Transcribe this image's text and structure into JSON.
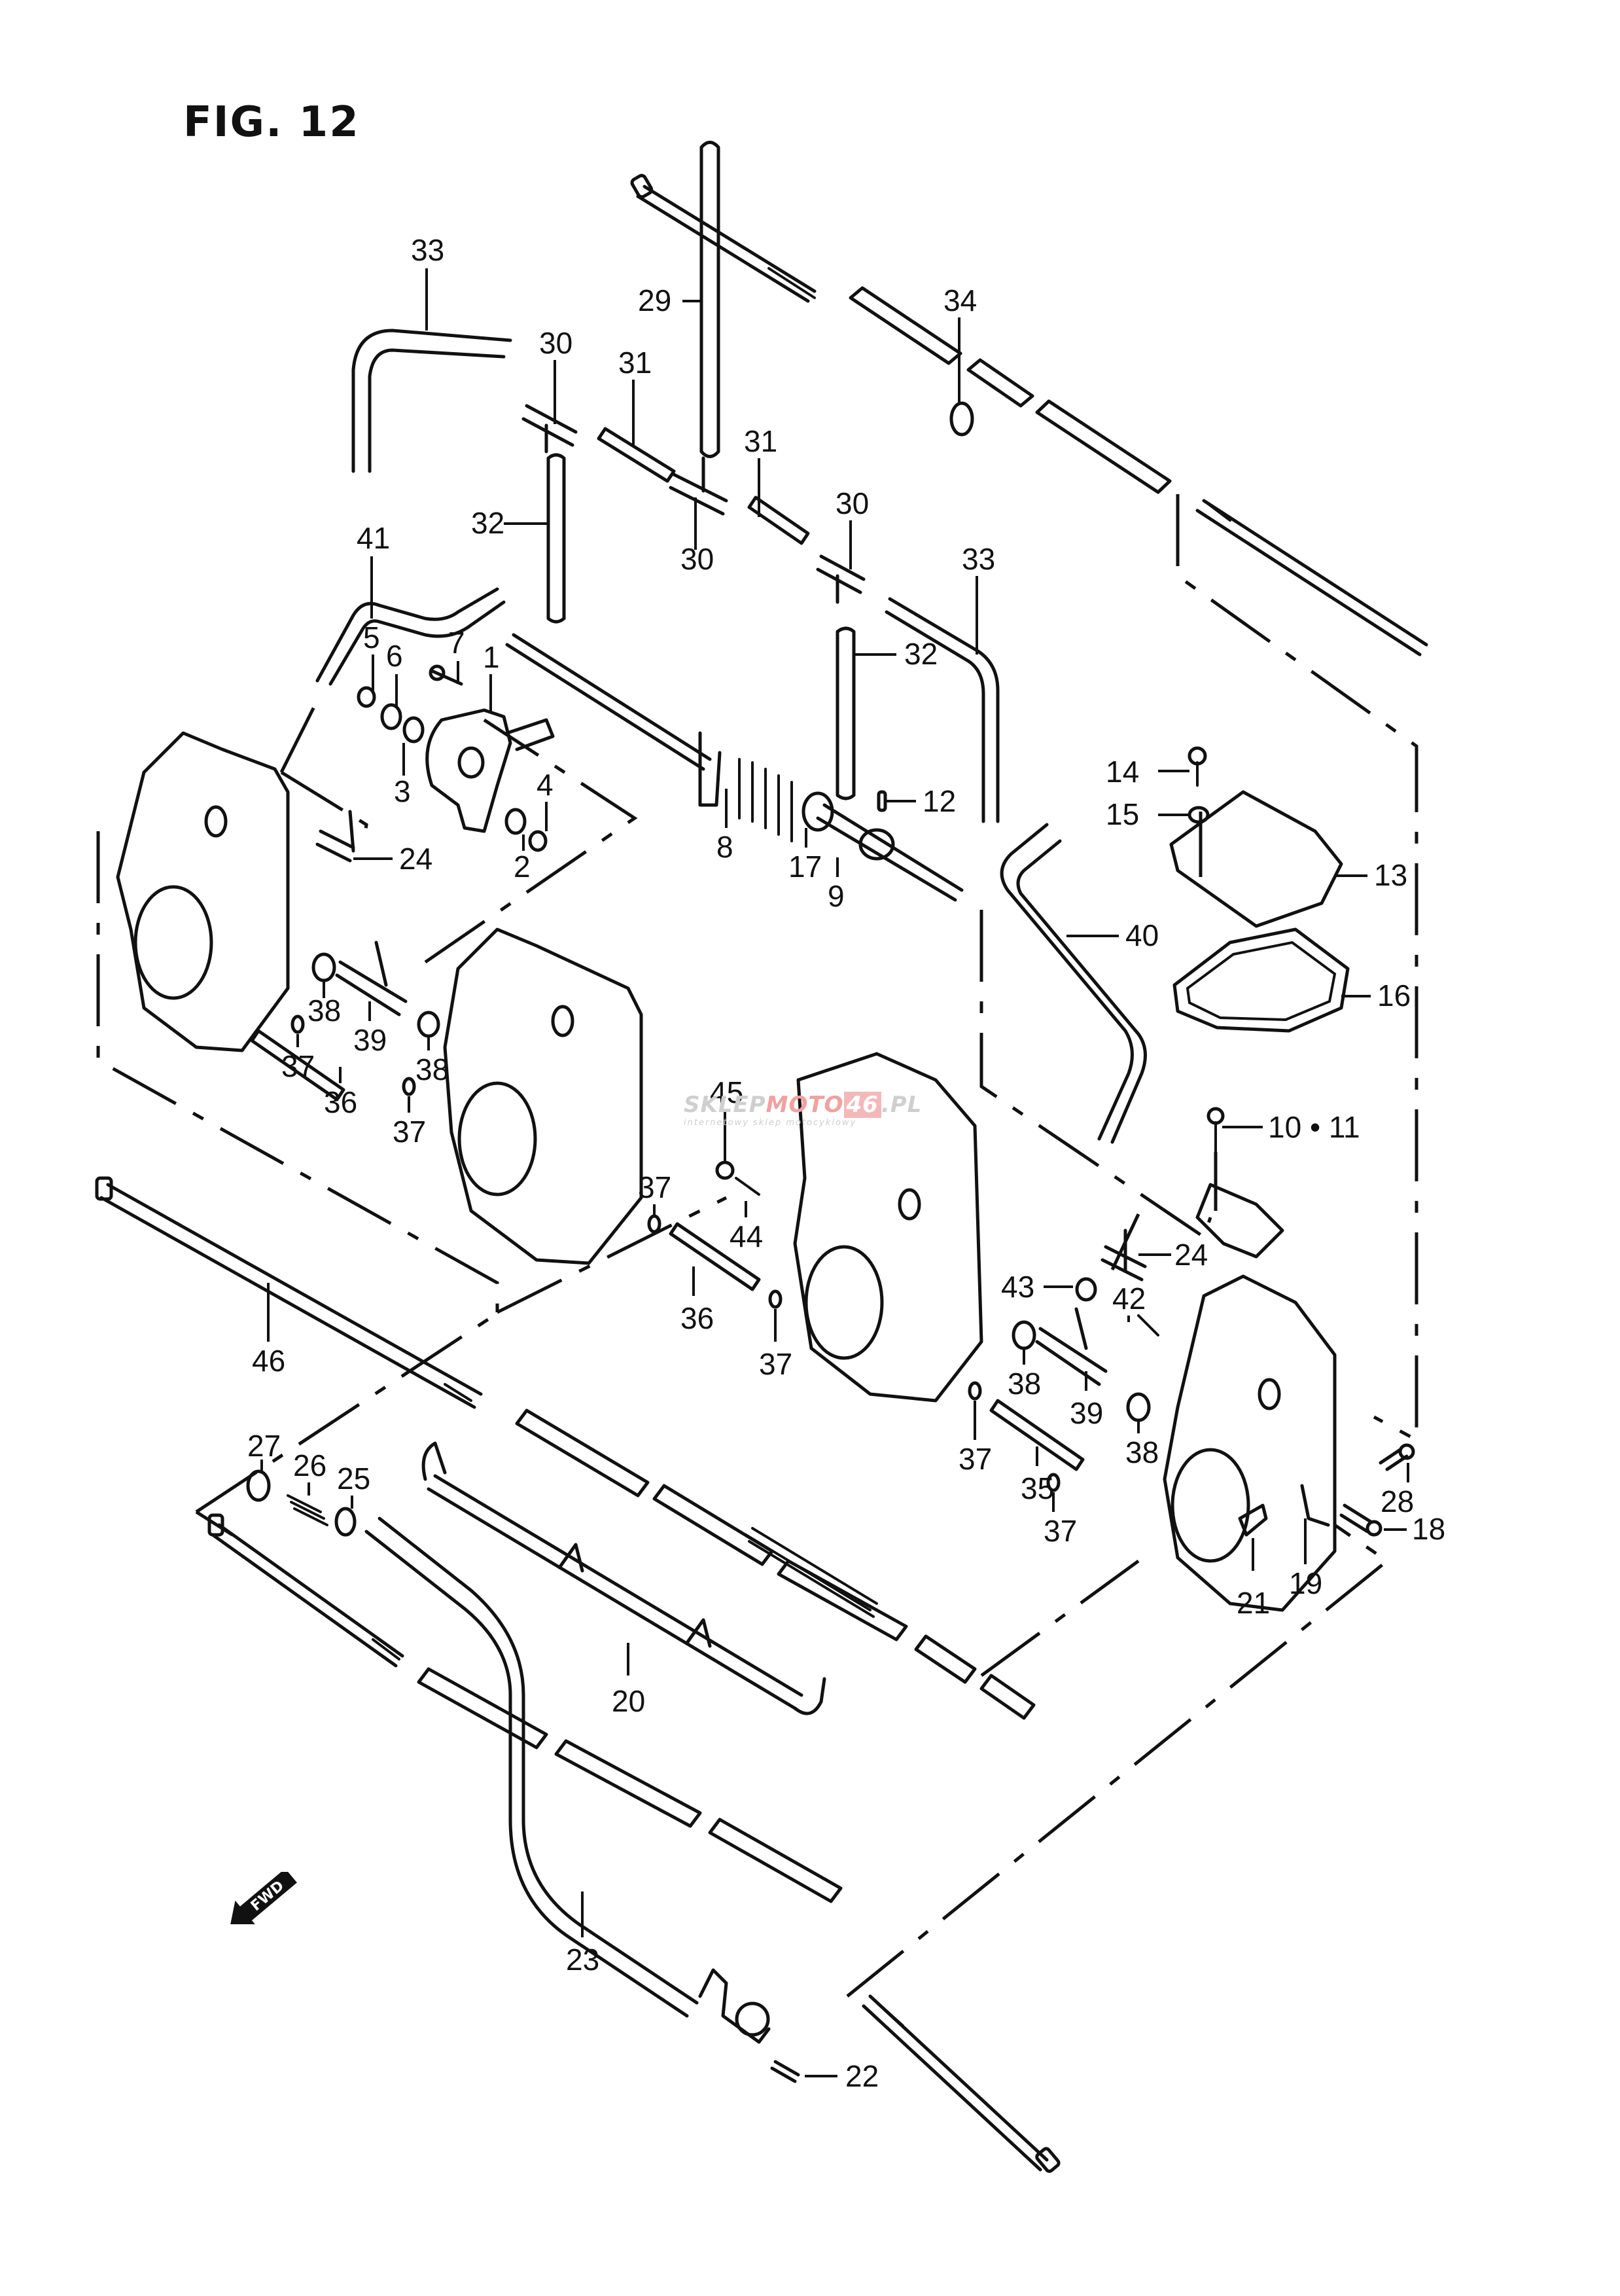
{
  "figure": {
    "title": "FIG. 12",
    "subject": "Carburetor assembly exploded parts diagram"
  },
  "watermark": {
    "text_gray_1": "SKLEP",
    "text_red": "MOTO",
    "text_badge": "46",
    "text_gray_2": ".PL",
    "subtitle": "internetowy sklep motocyklowy",
    "accent_color": "#e53935"
  },
  "direction_marker": {
    "label": "FWD",
    "icon": "arrow-left-icon"
  },
  "callouts": [
    {
      "id": "c1",
      "label": "1"
    },
    {
      "id": "c2",
      "label": "2"
    },
    {
      "id": "c3",
      "label": "3"
    },
    {
      "id": "c4",
      "label": "4"
    },
    {
      "id": "c5",
      "label": "5"
    },
    {
      "id": "c6",
      "label": "6"
    },
    {
      "id": "c7",
      "label": "7"
    },
    {
      "id": "c8",
      "label": "8"
    },
    {
      "id": "c9",
      "label": "9"
    },
    {
      "id": "c10",
      "label": "10 • 11"
    },
    {
      "id": "c12",
      "label": "12"
    },
    {
      "id": "c13",
      "label": "13"
    },
    {
      "id": "c14",
      "label": "14"
    },
    {
      "id": "c15",
      "label": "15"
    },
    {
      "id": "c16",
      "label": "16"
    },
    {
      "id": "c17",
      "label": "17"
    },
    {
      "id": "c18",
      "label": "18"
    },
    {
      "id": "c19",
      "label": "19"
    },
    {
      "id": "c20",
      "label": "20"
    },
    {
      "id": "c21",
      "label": "21"
    },
    {
      "id": "c22",
      "label": "22"
    },
    {
      "id": "c23",
      "label": "23"
    },
    {
      "id": "c24a",
      "label": "24"
    },
    {
      "id": "c24b",
      "label": "24"
    },
    {
      "id": "c25",
      "label": "25"
    },
    {
      "id": "c26",
      "label": "26"
    },
    {
      "id": "c27",
      "label": "27"
    },
    {
      "id": "c28",
      "label": "28"
    },
    {
      "id": "c29",
      "label": "29"
    },
    {
      "id": "c30a",
      "label": "30"
    },
    {
      "id": "c30b",
      "label": "30"
    },
    {
      "id": "c30c",
      "label": "30"
    },
    {
      "id": "c31a",
      "label": "31"
    },
    {
      "id": "c31b",
      "label": "31"
    },
    {
      "id": "c32a",
      "label": "32"
    },
    {
      "id": "c32b",
      "label": "32"
    },
    {
      "id": "c33a",
      "label": "33"
    },
    {
      "id": "c33b",
      "label": "33"
    },
    {
      "id": "c34",
      "label": "34"
    },
    {
      "id": "c35",
      "label": "35"
    },
    {
      "id": "c36a",
      "label": "36"
    },
    {
      "id": "c36b",
      "label": "36"
    },
    {
      "id": "c37a",
      "label": "37"
    },
    {
      "id": "c37b",
      "label": "37"
    },
    {
      "id": "c37c",
      "label": "37"
    },
    {
      "id": "c37d",
      "label": "37"
    },
    {
      "id": "c37e",
      "label": "37"
    },
    {
      "id": "c38a",
      "label": "38"
    },
    {
      "id": "c38b",
      "label": "38"
    },
    {
      "id": "c38c",
      "label": "38"
    },
    {
      "id": "c38d",
      "label": "38"
    },
    {
      "id": "c39a",
      "label": "39"
    },
    {
      "id": "c39b",
      "label": "39"
    },
    {
      "id": "c40",
      "label": "40"
    },
    {
      "id": "c41",
      "label": "41"
    },
    {
      "id": "c42",
      "label": "42"
    },
    {
      "id": "c43",
      "label": "43"
    },
    {
      "id": "c44",
      "label": "44"
    },
    {
      "id": "c45",
      "label": "45"
    },
    {
      "id": "c46",
      "label": "46"
    }
  ]
}
